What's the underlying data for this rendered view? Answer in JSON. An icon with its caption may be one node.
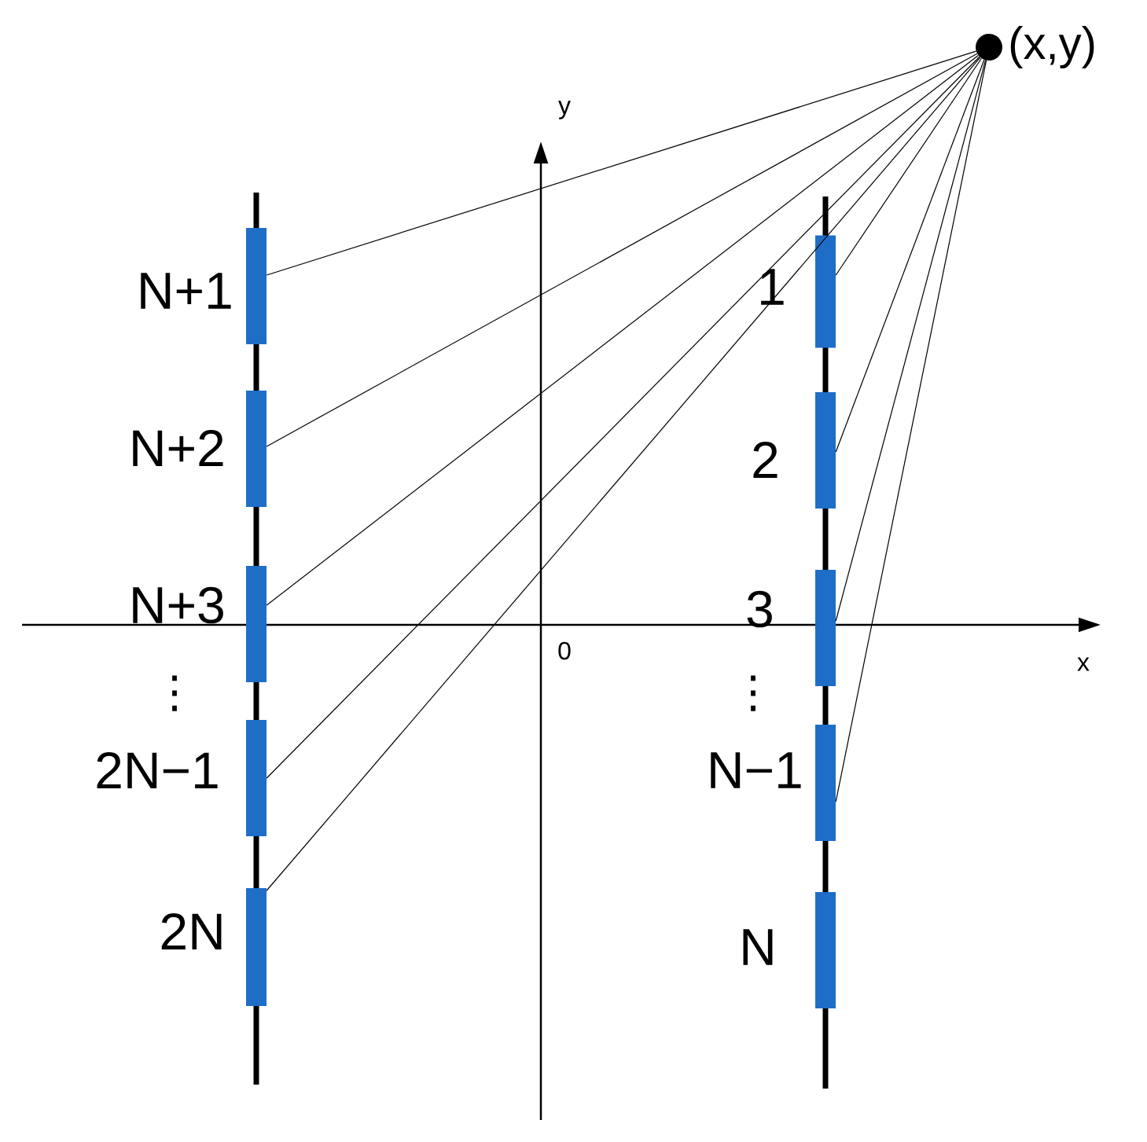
{
  "diagram": {
    "nodes": [
      {
        "text": [],
        "shape": "circle",
        "beside": [
          "(x,y)"
        ]
      },
      {
        "text": [],
        "shape": "bar",
        "beside": [
          "N+1"
        ]
      },
      {
        "text": [],
        "shape": "bar",
        "beside": [
          "N+2"
        ]
      },
      {
        "text": [],
        "shape": "bar",
        "beside": [
          "N+3"
        ]
      },
      {
        "text": [],
        "shape": "bar",
        "beside": [
          "2N−1"
        ]
      },
      {
        "text": [],
        "shape": "bar",
        "beside": [
          "2N"
        ]
      },
      {
        "text": [],
        "shape": "bar",
        "beside": [
          "1"
        ]
      },
      {
        "text": [],
        "shape": "bar",
        "beside": [
          "2"
        ]
      },
      {
        "text": [],
        "shape": "bar",
        "beside": [
          "3"
        ]
      },
      {
        "text": [],
        "shape": "bar",
        "beside": [
          "N−1"
        ]
      },
      {
        "text": [],
        "shape": "bar",
        "beside": [
          "N"
        ]
      }
    ],
    "edges": [
      {
        "from": 0,
        "to": 1,
        "arrow": "none"
      },
      {
        "from": 0,
        "to": 2,
        "arrow": "none"
      },
      {
        "from": 0,
        "to": 3,
        "arrow": "none"
      },
      {
        "from": 0,
        "to": 4,
        "arrow": "none"
      },
      {
        "from": 0,
        "to": 5,
        "arrow": "none"
      },
      {
        "from": 0,
        "to": 6,
        "arrow": "none"
      },
      {
        "from": 0,
        "to": 7,
        "arrow": "none"
      },
      {
        "from": 0,
        "to": 8,
        "arrow": "none"
      },
      {
        "from": 0,
        "to": 9,
        "arrow": "none"
      }
    ],
    "labels": [
      "y",
      "x",
      "0",
      "⋮",
      "⋮"
    ]
  }
}
